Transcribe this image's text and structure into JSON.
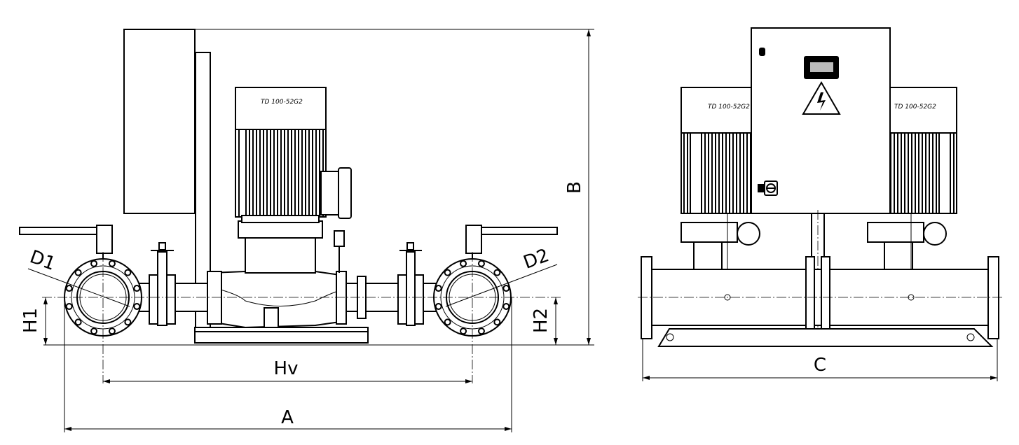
{
  "side_view": {
    "motor_plate": "TD 100-52G2",
    "dimensions": {
      "A": "A",
      "B": "B",
      "Hv": "Hv",
      "H1": "H1",
      "H2": "H2",
      "D1": "D1",
      "D2": "D2"
    }
  },
  "front_view": {
    "motor_plate_left": "TD 100-52G2",
    "motor_plate_right": "TD 100-52G2",
    "dimensions": {
      "C": "C"
    }
  }
}
